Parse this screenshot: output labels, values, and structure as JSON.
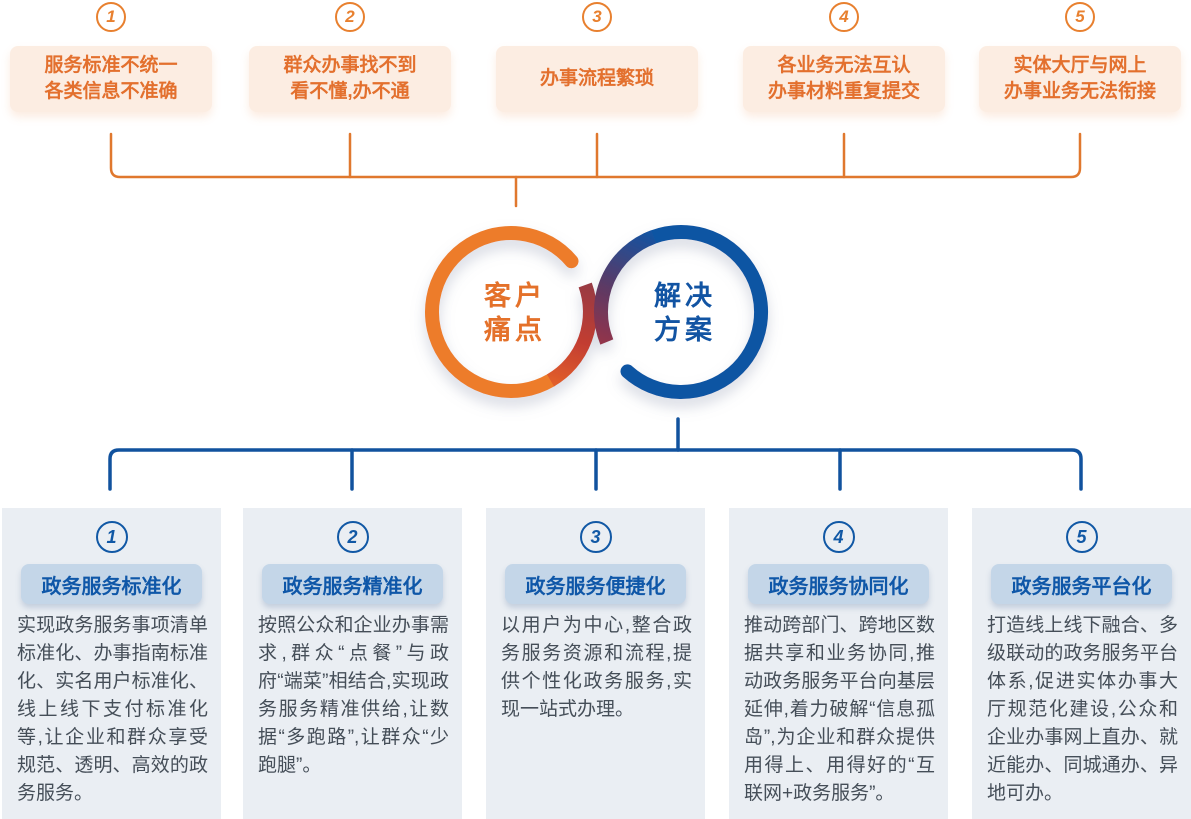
{
  "colors": {
    "orange_accent": "#E8802F",
    "orange_text": "#E3702E",
    "pain_box_bg": "#FCEDE2",
    "ring_orange": "#ED7C2A",
    "ring_blend_red": "#C23D31",
    "ring_blend_maroon": "#94344A",
    "ring_blue": "#1154A3",
    "line_blue": "#11529E",
    "card_bg": "#EAEEF3",
    "pill_bg": "#C4D6E8",
    "pill_text": "#0F57A8",
    "body_text": "#454E58"
  },
  "pain_section": {
    "items": [
      {
        "num": "1",
        "line1": "服务标准不统一",
        "line2": "各类信息不准确"
      },
      {
        "num": "2",
        "line1": "群众办事找不到",
        "line2": "看不懂,办不通"
      },
      {
        "num": "3",
        "line1": "办事流程繁琐",
        "line2": ""
      },
      {
        "num": "4",
        "line1": "各业务无法互认",
        "line2": "办事材料重复提交"
      },
      {
        "num": "5",
        "line1": "实体大厅与网上",
        "line2": "办事业务无法衔接"
      }
    ]
  },
  "center": {
    "pain_circle": {
      "line1": "客户",
      "line2": "痛点"
    },
    "solution_circle": {
      "line1": "解决",
      "line2": "方案"
    }
  },
  "solution_section": {
    "items": [
      {
        "num": "1",
        "title": "政务服务标准化",
        "body": "实现政务服务事项清单标准化、办事指南标准化、实名用户标准化、线上线下支付标准化等,让企业和群众享受规范、透明、高效的政务服务。"
      },
      {
        "num": "2",
        "title": "政务服务精准化",
        "body": "按照公众和企业办事需求,群众“点餐”与政府“端菜”相结合,实现政务服务精准供给,让数据“多跑路”,让群众“少跑腿”。"
      },
      {
        "num": "3",
        "title": "政务服务便捷化",
        "body": "以用户为中心,整合政务服务资源和流程,提供个性化政务服务,实现一站式办理。"
      },
      {
        "num": "4",
        "title": "政务服务协同化",
        "body": "推动跨部门、跨地区数据共享和业务协同,推动政务服务平台向基层延伸,着力破解“信息孤岛”,为企业和群众提供用得上、用得好的“互联网+政务服务”。"
      },
      {
        "num": "5",
        "title": "政务服务平台化",
        "body": "打造线上线下融合、多级联动的政务服务平台体系,促进实体办事大厅规范化建设,公众和企业办事网上直办、就近能办、同城通办、异地可办。"
      }
    ]
  }
}
